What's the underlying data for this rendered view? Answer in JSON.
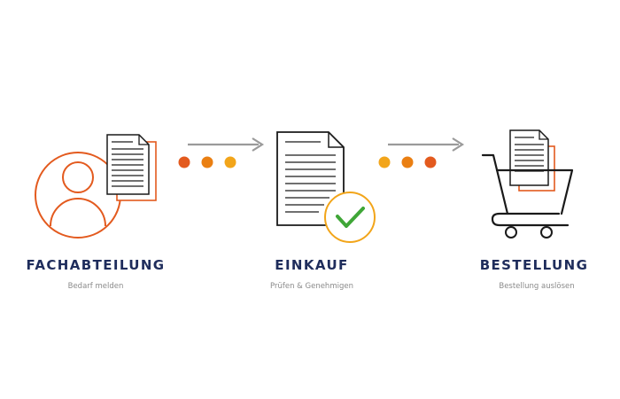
{
  "steps": [
    {
      "title": "FACHABTEILUNG",
      "subtitle": "Bedarf melden"
    },
    {
      "title": "EINKAUF",
      "subtitle": "Prüfen & Genehmigen"
    },
    {
      "title": "BESTELLUNG",
      "subtitle": "Bestellung auslösen"
    }
  ],
  "colors": {
    "accent_red": "#e35a1e",
    "accent_orange": "#ea7f12",
    "accent_yellow": "#f2a51a",
    "check_green": "#3fa637",
    "arrow_gray": "#9a9a9a",
    "line_black": "#1a1a1a",
    "title_navy": "#1f2d5c"
  },
  "icons": [
    "user-document-icon",
    "document-check-icon",
    "shopping-cart-document-icon",
    "arrow-right-icon"
  ]
}
